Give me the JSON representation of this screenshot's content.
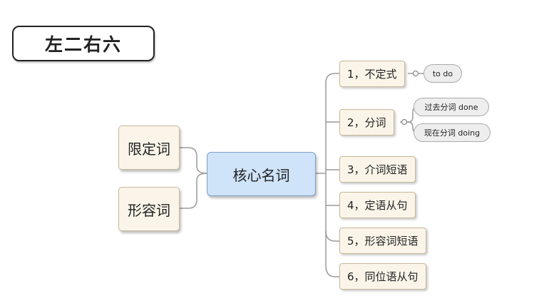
{
  "title": "左二右六",
  "core": "核心名词",
  "left": [
    "限定词",
    "形容词"
  ],
  "right": [
    {
      "label": "1，不定式",
      "children": [
        "to do"
      ]
    },
    {
      "label": "2，分词",
      "children": [
        "过去分词 done",
        "现在分词 doing"
      ]
    },
    {
      "label": "3，介词短语",
      "children": []
    },
    {
      "label": "4，定语从句",
      "children": []
    },
    {
      "label": "5，形容词短语",
      "children": []
    },
    {
      "label": "6，同位语从句",
      "children": []
    }
  ],
  "colors": {
    "core_fill": "#cfe3f9",
    "node_fill": "#fbf5e9",
    "child_fill": "#eeeeee",
    "connector": "#999999"
  }
}
